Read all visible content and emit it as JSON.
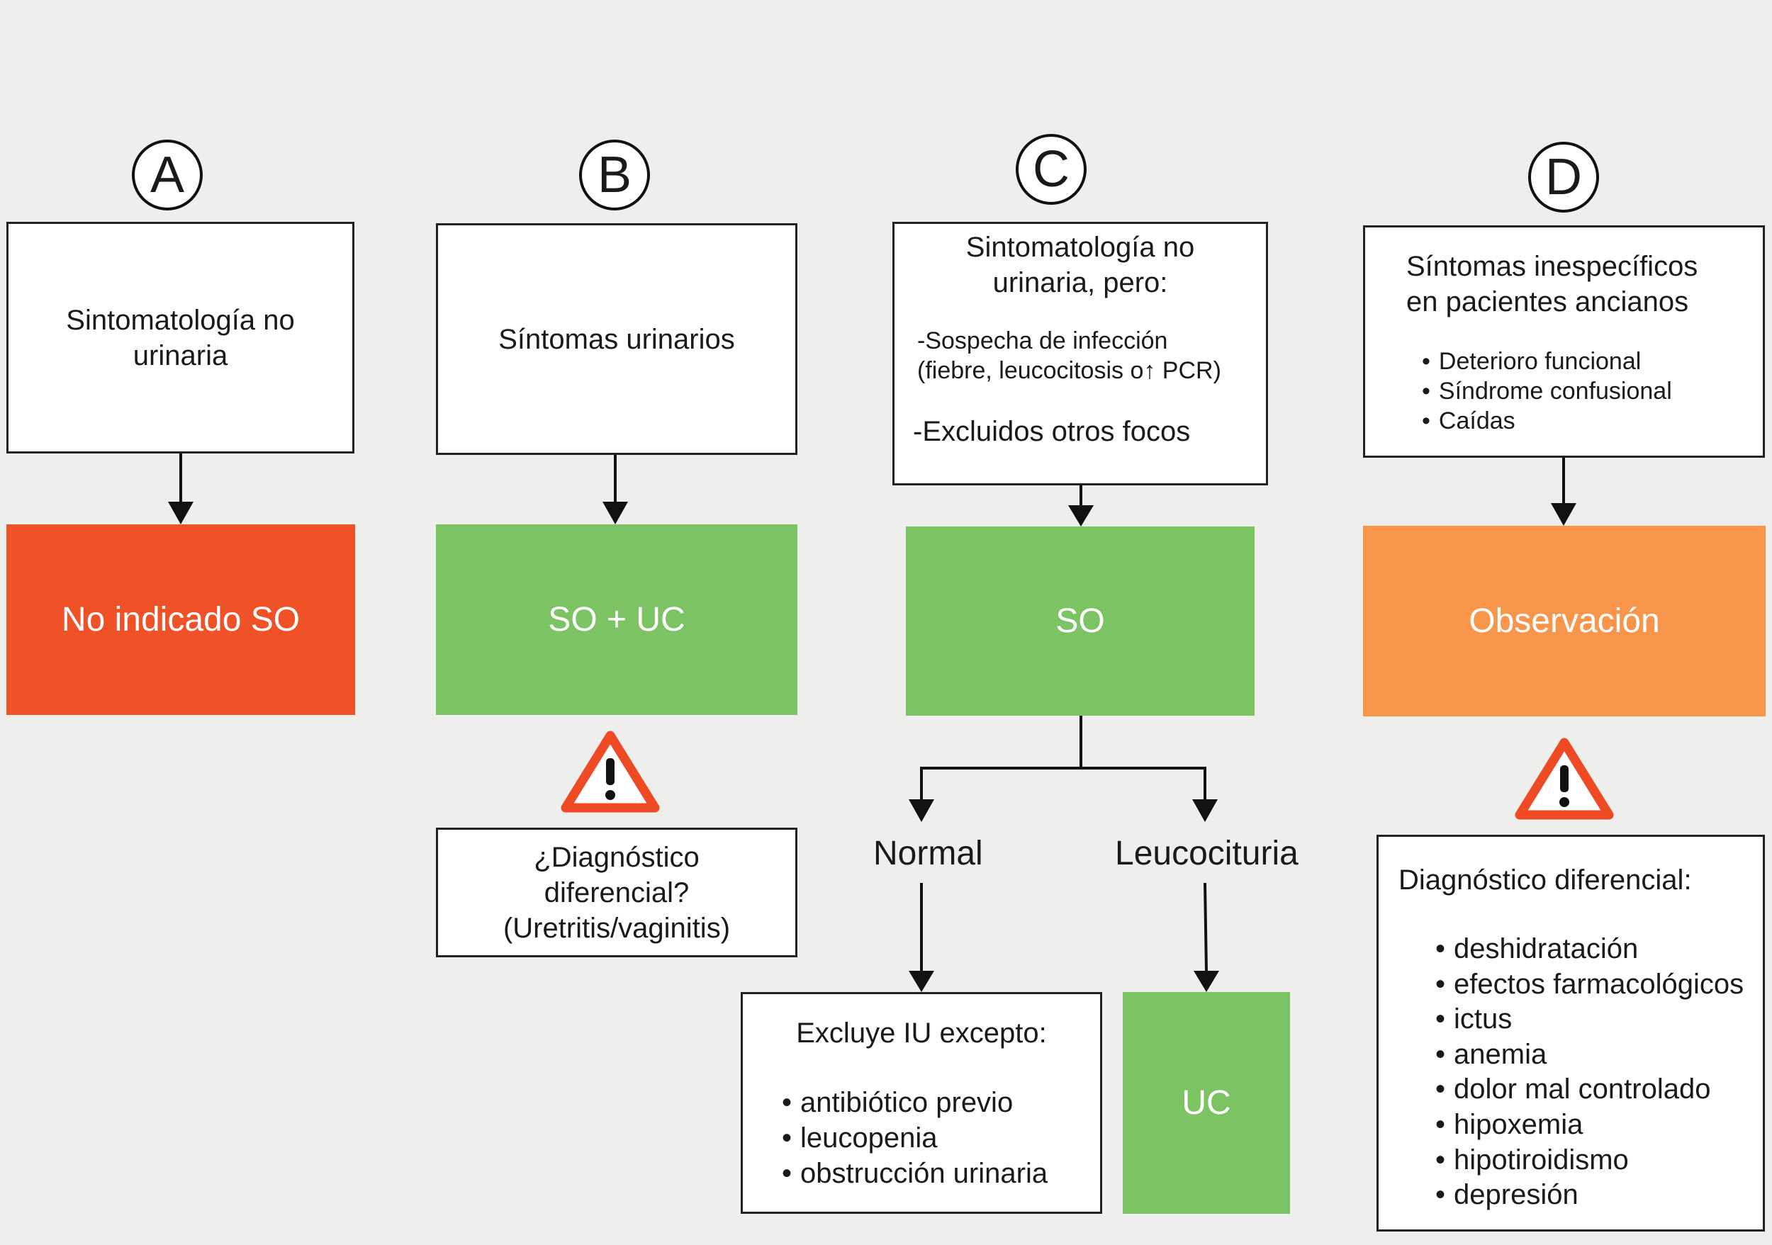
{
  "colors": {
    "red": "#f05228",
    "green": "#7cc463",
    "orange": "#f7964a",
    "warning": "#ee4a24"
  },
  "columns": {
    "a": {
      "letter": "A",
      "condition": "Sintomatología no urinaria",
      "result": "No indicado SO"
    },
    "b": {
      "letter": "B",
      "condition": "Síntomas urinarios",
      "result": "SO + UC",
      "warning_icon": "warning-triangle-icon",
      "note": [
        "¿Diagnóstico",
        "diferencial?",
        "(Uretritis/vaginitis)"
      ]
    },
    "c": {
      "letter": "C",
      "condition_title": [
        "Sintomatología no",
        "urinaria, pero:"
      ],
      "condition_detail_1": [
        "-Sospecha de infección",
        "(fiebre, leucocitosis o↑ PCR)"
      ],
      "condition_detail_2": "-Excluidos otros focos",
      "result": "SO",
      "branch_normal": "Normal",
      "branch_leuco": "Leucocituria",
      "normal_box_title": "Excluye IU excepto:",
      "normal_box_items": [
        "antibiótico previo",
        "leucopenia",
        "obstrucción urinaria"
      ],
      "leuco_result": "UC"
    },
    "d": {
      "letter": "D",
      "condition_title": [
        "Síntomas inespecíficos",
        "en pacientes ancianos"
      ],
      "condition_items": [
        "Deterioro funcional",
        "Síndrome confusional",
        "Caídas"
      ],
      "result": "Observación",
      "warning_icon": "warning-triangle-icon",
      "ddx_title": "Diagnóstico diferencial:",
      "ddx_items": [
        "deshidratación",
        "efectos farmacológicos",
        "ictus",
        "anemia",
        "dolor mal controlado",
        "hipoxemia",
        "hipotiroidismo",
        "depresión"
      ]
    }
  }
}
